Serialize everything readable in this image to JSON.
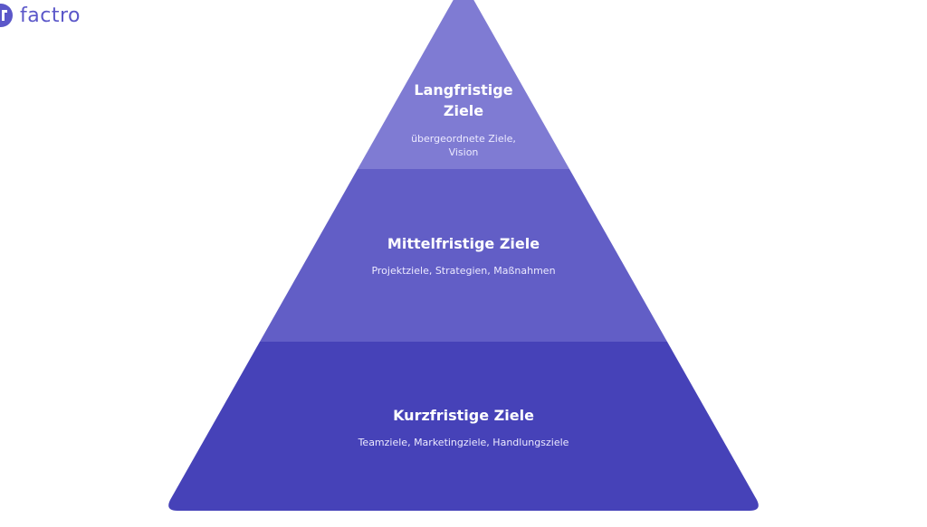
{
  "logo": {
    "text": "factro",
    "color": "#5b57c9"
  },
  "pyramid": {
    "levels": [
      {
        "title_lines": [
          "Langfristige",
          "Ziele"
        ],
        "subtitle_lines": [
          "übergeordnete Ziele,",
          "Vision"
        ],
        "color": "#7f7bd3"
      },
      {
        "title_lines": [
          "Mittelfristige Ziele"
        ],
        "subtitle_lines": [
          "Projektziele, Strategien, Maßnahmen"
        ],
        "color": "#625ec6"
      },
      {
        "title_lines": [
          "Kurzfristige Ziele"
        ],
        "subtitle_lines": [
          "Teamziele, Marketingziele, Handlungsziele"
        ],
        "color": "#4642b8"
      }
    ]
  }
}
